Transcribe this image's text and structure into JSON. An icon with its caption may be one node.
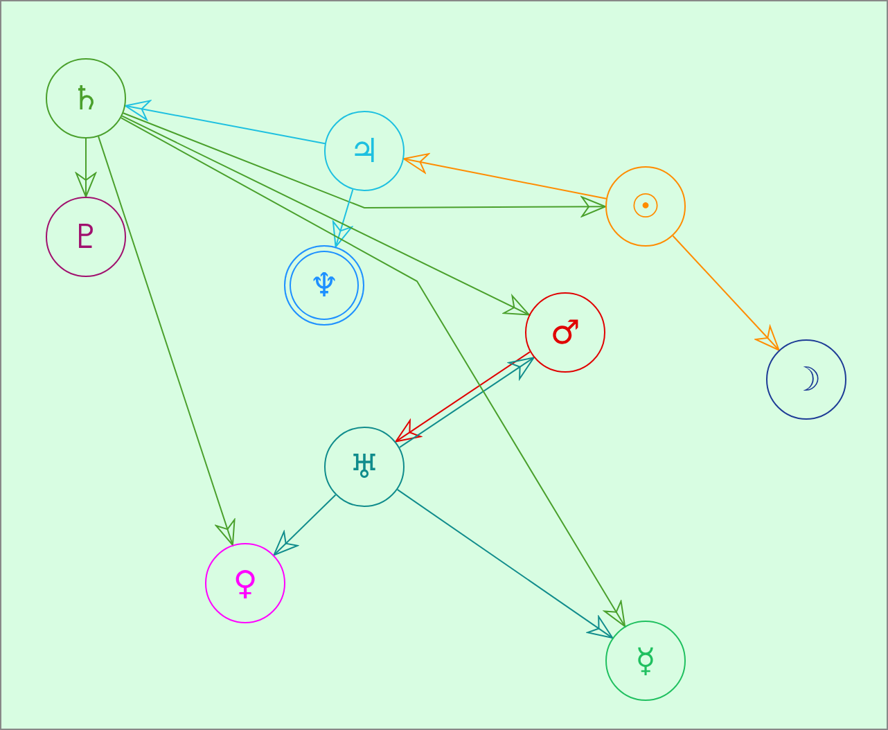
{
  "diagram": {
    "nodes": [
      {
        "text": [
          "♄"
        ]
      },
      {
        "text": [
          "♃"
        ]
      },
      {
        "text": [
          "☉"
        ]
      },
      {
        "text": [
          "♇"
        ]
      },
      {
        "text": [
          "♆"
        ]
      },
      {
        "text": [
          "♂"
        ]
      },
      {
        "text": [
          "☽"
        ]
      },
      {
        "text": [
          "♅"
        ]
      },
      {
        "text": [
          "♀"
        ]
      },
      {
        "text": [
          "☿"
        ]
      }
    ],
    "edges": [
      {
        "from": 1,
        "to": 0,
        "arrow": "to",
        "color": "#1ec0e0"
      },
      {
        "from": 0,
        "to": 2,
        "arrow": "to",
        "color": "#4aa02c"
      },
      {
        "from": 2,
        "to": 1,
        "arrow": "to",
        "color": "#ff8c00"
      },
      {
        "from": 0,
        "to": 3,
        "arrow": "to",
        "color": "#4aa02c"
      },
      {
        "from": 1,
        "to": 4,
        "arrow": "to",
        "color": "#1ec0e0"
      },
      {
        "from": 0,
        "to": 5,
        "arrow": "to",
        "color": "#4aa02c"
      },
      {
        "from": 2,
        "to": 6,
        "arrow": "to",
        "color": "#ff8c00"
      },
      {
        "from": 5,
        "to": 7,
        "arrow": "to",
        "color": "#e00000"
      },
      {
        "from": 7,
        "to": 5,
        "arrow": "to",
        "color": "#108c8c"
      },
      {
        "from": 0,
        "to": 8,
        "arrow": "to",
        "color": "#4aa02c"
      },
      {
        "from": 7,
        "to": 8,
        "arrow": "to",
        "color": "#108c8c"
      },
      {
        "from": 0,
        "to": 9,
        "arrow": "to",
        "color": "#4aa02c"
      },
      {
        "from": 7,
        "to": 9,
        "arrow": "to",
        "color": "#108c8c"
      }
    ]
  }
}
